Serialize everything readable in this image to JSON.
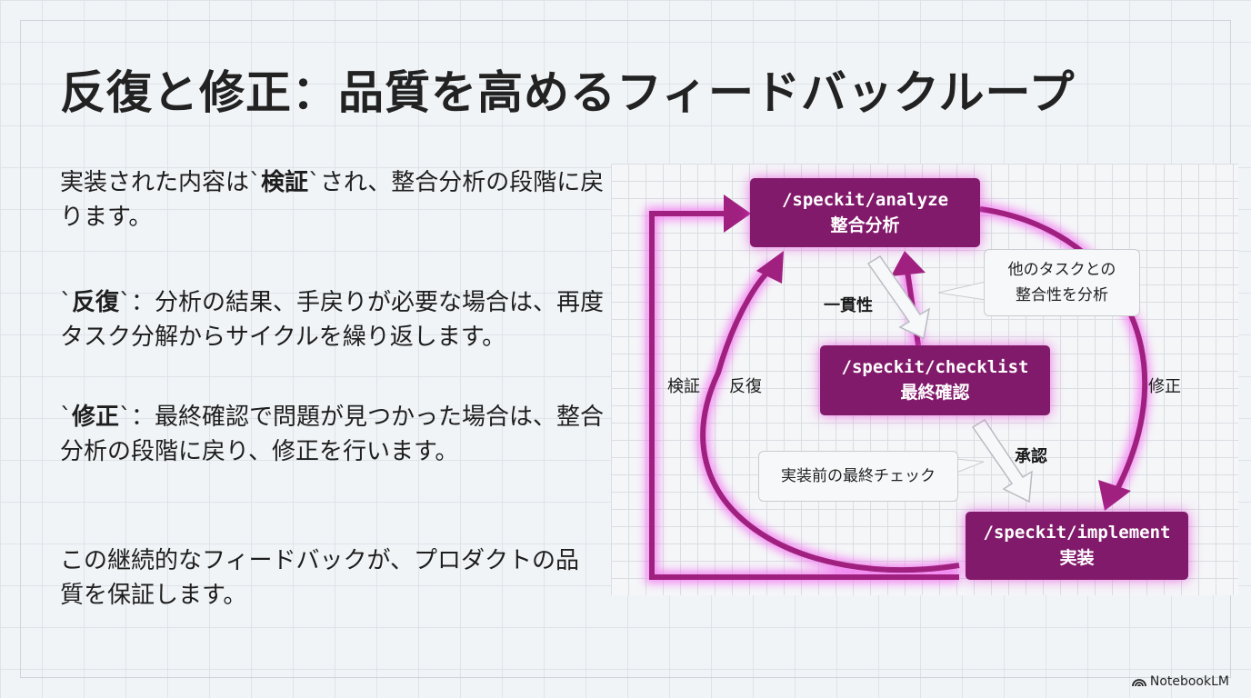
{
  "title": "反復と修正：品質を高めるフィードバックループ",
  "paragraphs": [
    {
      "a": "実装された内容は`",
      "b": "検証",
      "c": "`され、整合分析の段階に戻ります。"
    },
    {
      "a": "`",
      "b": "反復",
      "c": "`：分析の結果、手戻りが必要な場合は、再度タスク分解からサイクルを繰り返します。"
    },
    {
      "a": "`",
      "b": "修正",
      "c": "`：最終確認で問題が見つかった場合は、整合分析の段階に戻り、修正を行います。"
    },
    {
      "a": "この継続的なフィードバックが、プロダクトの品質を保証します。"
    }
  ],
  "diagram": {
    "analyze": {
      "cmd": "/speckit/analyze",
      "jp": "整合分析"
    },
    "checklist": {
      "cmd": "/speckit/checklist",
      "jp": "最終確認"
    },
    "implement": {
      "cmd": "/speckit/implement",
      "jp": "実装"
    },
    "labels": {
      "consistency": "一貫性",
      "approval": "承認",
      "verify": "検証",
      "iterate": "反復",
      "fix": "修正"
    },
    "callouts": {
      "analyze_note": "他のタスクとの\n整合性を分析",
      "check_note": "実装前の最終チェック"
    },
    "colors": {
      "box": "#821a6b",
      "loop": "#a0207f",
      "glow": "#f05cf0"
    }
  },
  "brand": "NotebookLM"
}
